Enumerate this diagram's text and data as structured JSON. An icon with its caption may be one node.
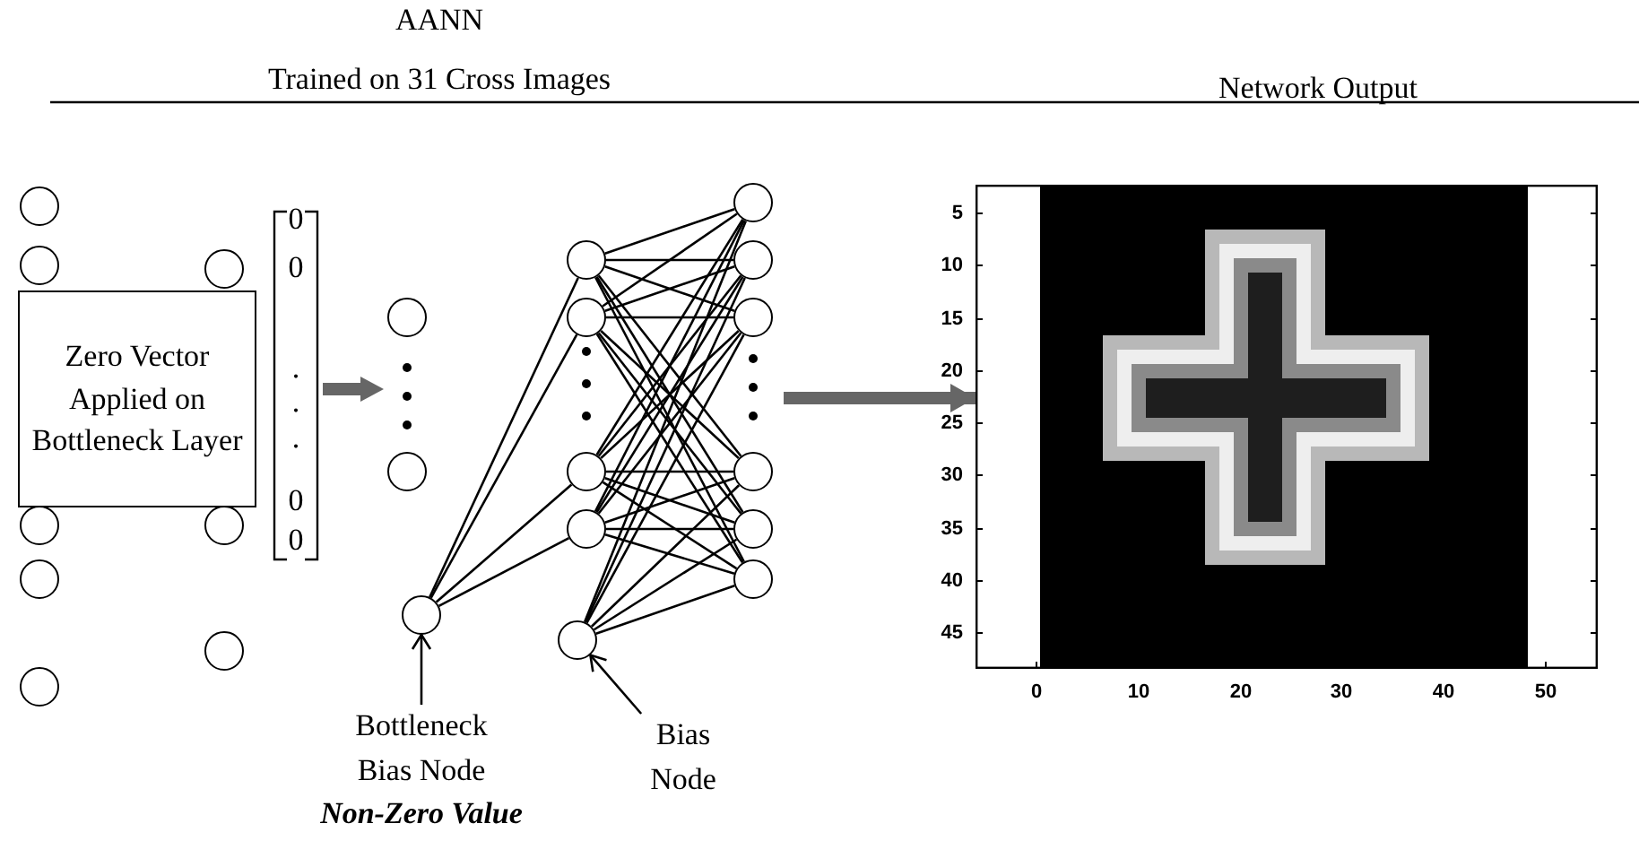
{
  "diagram": {
    "title": "AANN",
    "nodes": [
      {
        "text": [
          "Zero Vector Applied on Bottleneck Layer"
        ]
      },
      {
        "text": [],
        "shape": "circle"
      },
      {
        "text": [],
        "shape": "circle"
      },
      {
        "text": [],
        "shape": "circle"
      },
      {
        "text": [],
        "shape": "circle"
      },
      {
        "text": [],
        "shape": "circle"
      },
      {
        "text": [],
        "shape": "circle"
      },
      {
        "text": [],
        "shape": "circle"
      },
      {
        "text": [],
        "shape": "circle"
      },
      {
        "text": [],
        "shape": "circle"
      },
      {
        "text": [],
        "shape": "circle"
      },
      {
        "text": [],
        "shape": "circle"
      },
      {
        "text": [],
        "shape": "circle"
      },
      {
        "text": [],
        "shape": "circle"
      },
      {
        "text": [],
        "shape": "circle"
      },
      {
        "text": [],
        "shape": "circle"
      },
      {
        "text": [],
        "shape": "circle"
      },
      {
        "text": [],
        "shape": "circle"
      },
      {
        "text": [],
        "shape": "circle"
      },
      {
        "text": [],
        "shape": "circle"
      },
      {
        "text": [],
        "shape": "circle"
      },
      {
        "text": [],
        "shape": "circle"
      },
      {
        "text": [],
        "shape": "circle"
      },
      {
        "text": [],
        "shape": "picture",
        "beside": [
          "5",
          "10",
          "15",
          "20",
          "25",
          "30",
          "35",
          "40",
          "45",
          "0",
          "10",
          "20",
          "30",
          "40",
          "50"
        ]
      },
      {
        "text": [
          "Bottleneck Bias Node",
          "Non-Zero Value"
        ]
      },
      {
        "text": [
          "Bias Node"
        ]
      }
    ],
    "edges": [
      {
        "from": 11,
        "to": 12,
        "arrow": "none"
      },
      {
        "from": 11,
        "to": 13,
        "arrow": "none"
      },
      {
        "from": 11,
        "to": 14,
        "arrow": "none"
      },
      {
        "from": 11,
        "to": 15,
        "arrow": "none"
      },
      {
        "from": 12,
        "to": 17,
        "arrow": "none"
      },
      {
        "from": 12,
        "to": 18,
        "arrow": "none"
      },
      {
        "from": 12,
        "to": 19,
        "arrow": "none"
      },
      {
        "from": 12,
        "to": 20,
        "arrow": "none"
      },
      {
        "from": 12,
        "to": 21,
        "arrow": "none"
      },
      {
        "from": 12,
        "to": 22,
        "arrow": "none"
      },
      {
        "from": 13,
        "to": 17,
        "arrow": "none"
      },
      {
        "from": 13,
        "to": 18,
        "arrow": "none"
      },
      {
        "from": 13,
        "to": 19,
        "arrow": "none"
      },
      {
        "from": 13,
        "to": 20,
        "arrow": "none"
      },
      {
        "from": 13,
        "to": 21,
        "arrow": "none"
      },
      {
        "from": 13,
        "to": 22,
        "arrow": "none"
      },
      {
        "from": 14,
        "to": 17,
        "arrow": "none"
      },
      {
        "from": 14,
        "to": 18,
        "arrow": "none"
      },
      {
        "from": 14,
        "to": 19,
        "arrow": "none"
      },
      {
        "from": 14,
        "to": 20,
        "arrow": "none"
      },
      {
        "from": 14,
        "to": 21,
        "arrow": "none"
      },
      {
        "from": 14,
        "to": 22,
        "arrow": "none"
      },
      {
        "from": 15,
        "to": 17,
        "arrow": "none"
      },
      {
        "from": 15,
        "to": 18,
        "arrow": "none"
      },
      {
        "from": 15,
        "to": 19,
        "arrow": "none"
      },
      {
        "from": 15,
        "to": 20,
        "arrow": "none"
      },
      {
        "from": 15,
        "to": 21,
        "arrow": "none"
      },
      {
        "from": 15,
        "to": 22,
        "arrow": "none"
      },
      {
        "from": 16,
        "to": 17,
        "arrow": "none"
      },
      {
        "from": 16,
        "to": 18,
        "arrow": "none"
      },
      {
        "from": 16,
        "to": 19,
        "arrow": "none"
      },
      {
        "from": 16,
        "to": 20,
        "arrow": "none"
      },
      {
        "from": 16,
        "to": 21,
        "arrow": "none"
      },
      {
        "from": 16,
        "to": 22,
        "arrow": "none"
      },
      {
        "from": null,
        "to": 23,
        "arrow": "to",
        "style": "thick",
        "color": "#666666"
      },
      {
        "from": 24,
        "to": 11,
        "arrow": "to"
      },
      {
        "from": 25,
        "to": 16,
        "arrow": "to"
      }
    ],
    "labels": [
      "Trained on 31 Cross Images",
      "Network Output",
      "0",
      "0",
      ".",
      ".",
      ".",
      "0",
      "0"
    ]
  }
}
